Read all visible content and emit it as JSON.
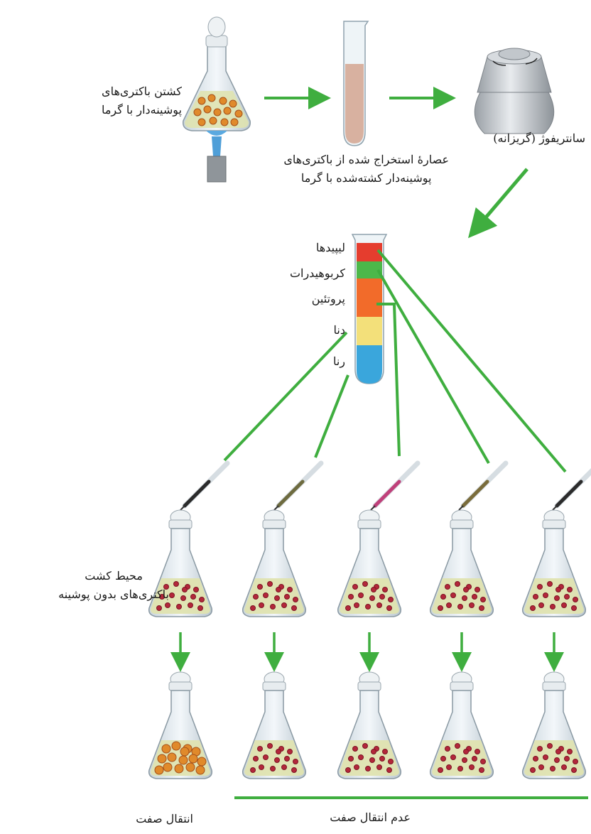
{
  "labels": {
    "culture_heat_killed": [
      "کشتن باکتری‌های",
      "پوشینه‌دار با گرما"
    ],
    "extract": [
      "عصارهٔ استخراج شده از باکتری‌های",
      "پوشینه‌دار کشته‌شده با گرما"
    ],
    "centrifuge": "سانتریفوژ (گریزانه)",
    "medium": [
      "محیط کشت",
      "باکتری‌های بدون پوشینه"
    ],
    "transfer": "انتقال صفت",
    "no_transfer": "عدم انتقال صفت"
  },
  "layers": [
    {
      "name": "لیپیدها",
      "color": "#e53d2e"
    },
    {
      "name": "کربوهیدرات",
      "color": "#4cb84a"
    },
    {
      "name": "پروتئین",
      "color": "#f26b2a"
    },
    {
      "name": "دنا",
      "color": "#f3e07a"
    },
    {
      "name": "رنا",
      "color": "#3aa6dc"
    }
  ],
  "colors": {
    "arrow": "#3fae3f",
    "liquid": "#dfe3b0",
    "live_bacteria": "#b3273a",
    "capsule_bacteria": "#e08a2b"
  }
}
